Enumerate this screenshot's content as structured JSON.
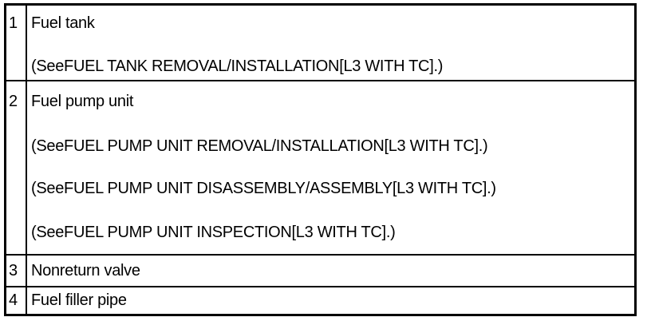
{
  "rows": [
    {
      "number": "1",
      "name": "Fuel tank",
      "refs": [
        "(SeeFUEL TANK REMOVAL/INSTALLATION[L3 WITH TC].)"
      ]
    },
    {
      "number": "2",
      "name": "Fuel pump unit",
      "refs": [
        "(SeeFUEL PUMP UNIT REMOVAL/INSTALLATION[L3 WITH TC].)",
        "(SeeFUEL PUMP UNIT DISASSEMBLY/ASSEMBLY[L3 WITH TC].)",
        "(SeeFUEL PUMP UNIT INSPECTION[L3 WITH TC].)"
      ]
    },
    {
      "number": "3",
      "name": "Nonreturn valve",
      "refs": []
    },
    {
      "number": "4",
      "name": "Fuel filler pipe",
      "refs": []
    }
  ]
}
